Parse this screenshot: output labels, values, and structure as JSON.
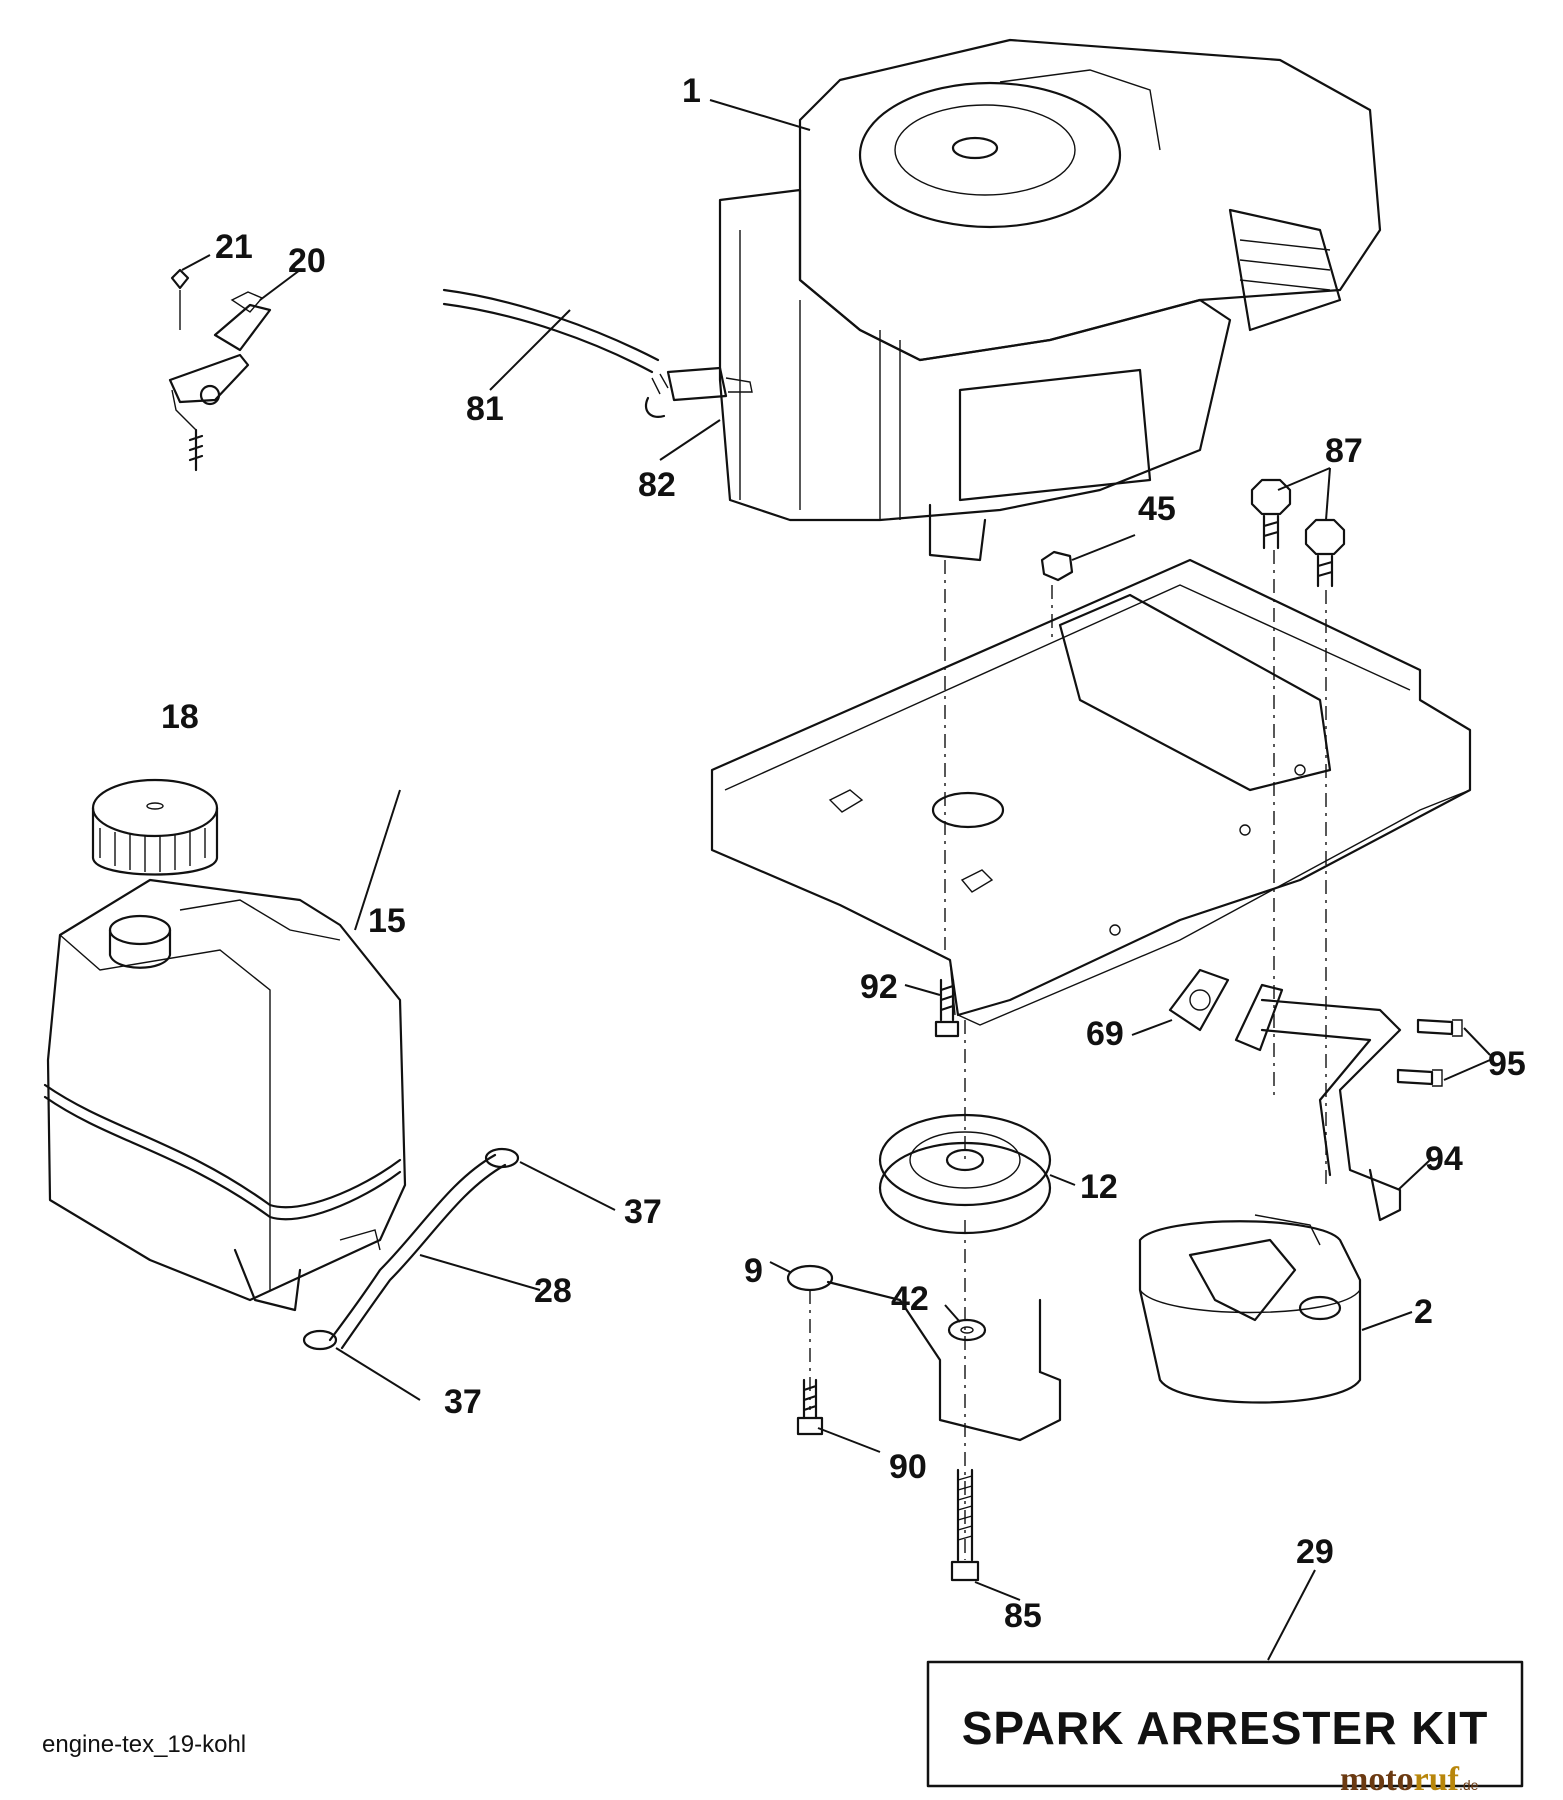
{
  "diagram": {
    "file_name": "engine-tex_19-kohl",
    "kit_label": "SPARK ARRESTER KIT",
    "watermark": {
      "part1": "moto",
      "part2": "ruf",
      "suffix": ".de"
    },
    "callouts": {
      "c1": "1",
      "c21": "21",
      "c20": "20",
      "c81": "81",
      "c82": "82",
      "c87": "87",
      "c45": "45",
      "c18": "18",
      "c15": "15",
      "c92": "92",
      "c69": "69",
      "c95": "95",
      "c94": "94",
      "c12": "12",
      "c37a": "37",
      "c28": "28",
      "c37b": "37",
      "c9": "9",
      "c42": "42",
      "c2": "2",
      "c90": "90",
      "c29": "29",
      "c85": "85"
    },
    "colors": {
      "line": "#111111",
      "background": "#ffffff",
      "watermark_brown": "#6b3a12",
      "watermark_gold": "#b8860b"
    }
  }
}
